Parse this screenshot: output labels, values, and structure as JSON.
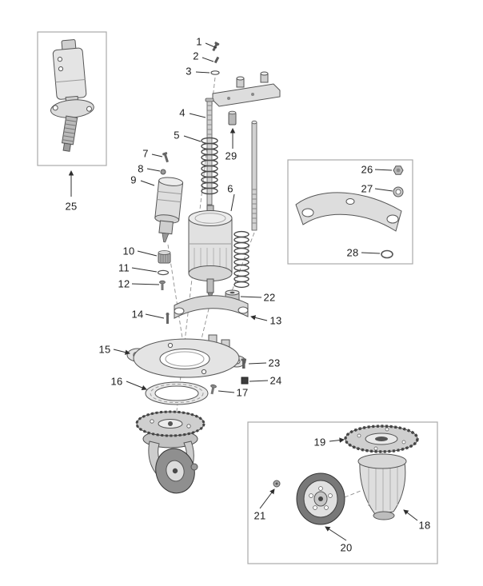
{
  "callouts": {
    "part1": "1",
    "part2": "2",
    "part3": "3",
    "part4": "4",
    "part5": "5",
    "part6": "6",
    "part7": "7",
    "part8": "8",
    "part9": "9",
    "part10": "10",
    "part11": "11",
    "part12": "12",
    "part13": "13",
    "part14": "14",
    "part15": "15",
    "part16": "16",
    "part17": "17",
    "part18": "18",
    "part19": "19",
    "part20": "20",
    "part21": "21",
    "part22": "22",
    "part23": "23",
    "part24": "24",
    "part25": "25",
    "part26": "26",
    "part27": "27",
    "part28": "28",
    "part29": "29"
  },
  "colors": {
    "background": "#ffffff",
    "line_art": "#4a4a4a",
    "callout_text": "#1c1c1c",
    "inset_border": "#a9a9a9"
  }
}
